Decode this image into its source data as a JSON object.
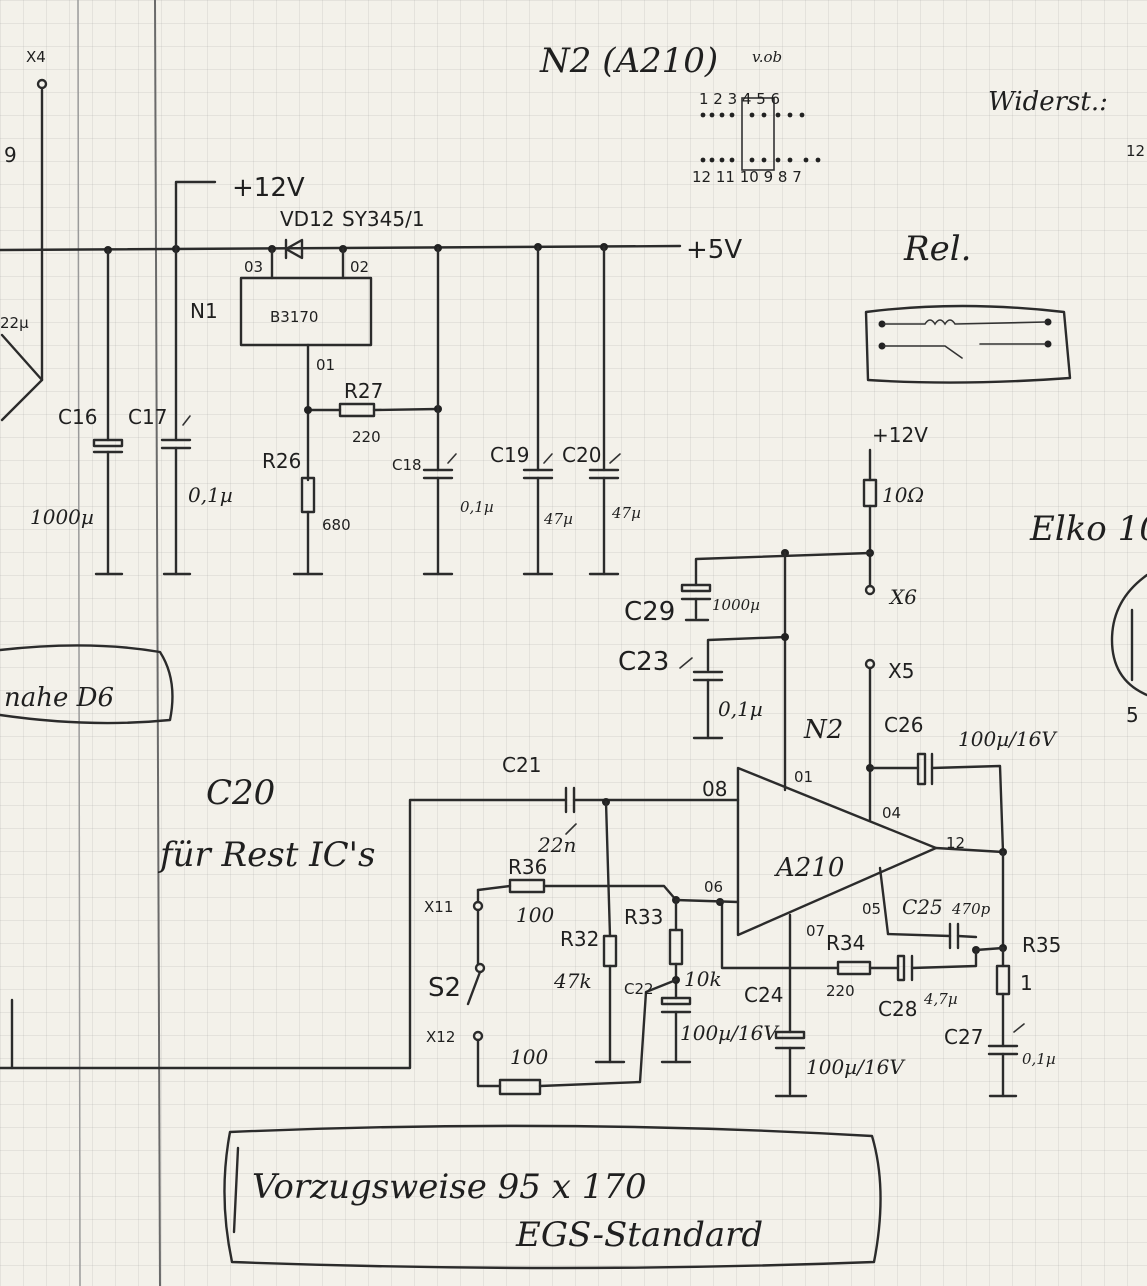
{
  "pinout": {
    "title": "N2 (A210)",
    "view": "v.ob",
    "top_pins": "1 2 3      4 5 6",
    "bottom_pins": "12 11 10      9 8 7"
  },
  "header_right": {
    "widerst": "Widerst.:",
    "fragment": "12"
  },
  "x4": "X4",
  "x4_fragment": "9",
  "rail": {
    "plus12": "+12V",
    "plus5": "+5V",
    "plus12_x6": "+12V"
  },
  "n1": {
    "label": "N1",
    "chip": "B3170",
    "pin3": "03",
    "pin2": "02",
    "pin1": "01"
  },
  "vd12": {
    "name": "VD12",
    "part": "SY345/1"
  },
  "r27": {
    "name": "R27",
    "value": "220"
  },
  "r26": {
    "name": "R26",
    "value": "680"
  },
  "c16": {
    "name": "C16",
    "value": "1000µ"
  },
  "c17": {
    "name": "C17",
    "value": "0,1µ"
  },
  "c18": {
    "name": "C18",
    "value": "0,1µ"
  },
  "c19": {
    "name": "C19",
    "value": "47µ"
  },
  "c20": {
    "name": "C20",
    "value": "47µ"
  },
  "left_fragment": "22µ",
  "rel": {
    "title": "Rel."
  },
  "elko": "Elko 10",
  "elko_fragment": "5",
  "r_x6": {
    "value": "10Ω"
  },
  "x6": "X6",
  "x5": "X5",
  "c29": {
    "name": "C29",
    "value": "1000µ"
  },
  "c23": {
    "name": "C23",
    "value": "0,1µ"
  },
  "n2": {
    "label": "N2",
    "chip": "A210",
    "p1": "01",
    "p4": "04",
    "p5": "05",
    "p6": "06",
    "p7": "07",
    "p8": "08",
    "p12": "12"
  },
  "c26": {
    "name": "C26",
    "value": "100µ/16V"
  },
  "c21": {
    "name": "C21",
    "value": "22n"
  },
  "c25": {
    "name": "C25",
    "value": "470p"
  },
  "r36": {
    "name": "R36",
    "value": "100"
  },
  "r32": {
    "name": "R32",
    "value": "47k"
  },
  "r33": {
    "name": "R33",
    "value": "10k"
  },
  "c22": {
    "name": "C22",
    "value": "100µ/16V"
  },
  "c24": {
    "name": "C24",
    "value": "100µ/16V"
  },
  "r34": {
    "name": "R34",
    "value": "220"
  },
  "c28": {
    "name": "C28",
    "value": "4,7µ"
  },
  "r35": {
    "name": "R35",
    "value": "1"
  },
  "c27": {
    "name": "C27",
    "value": "0,1µ"
  },
  "r_bottom": {
    "value": "100"
  },
  "x11": "X11",
  "x12": "X12",
  "s2": "S2",
  "nahe_box": "nahe D6",
  "c20_note": {
    "line1": "C20",
    "line2": "für Rest IC's"
  },
  "bottom_box": {
    "line1": "Vorzugsweise  95 x 170",
    "line2": "EGS-Standard"
  }
}
